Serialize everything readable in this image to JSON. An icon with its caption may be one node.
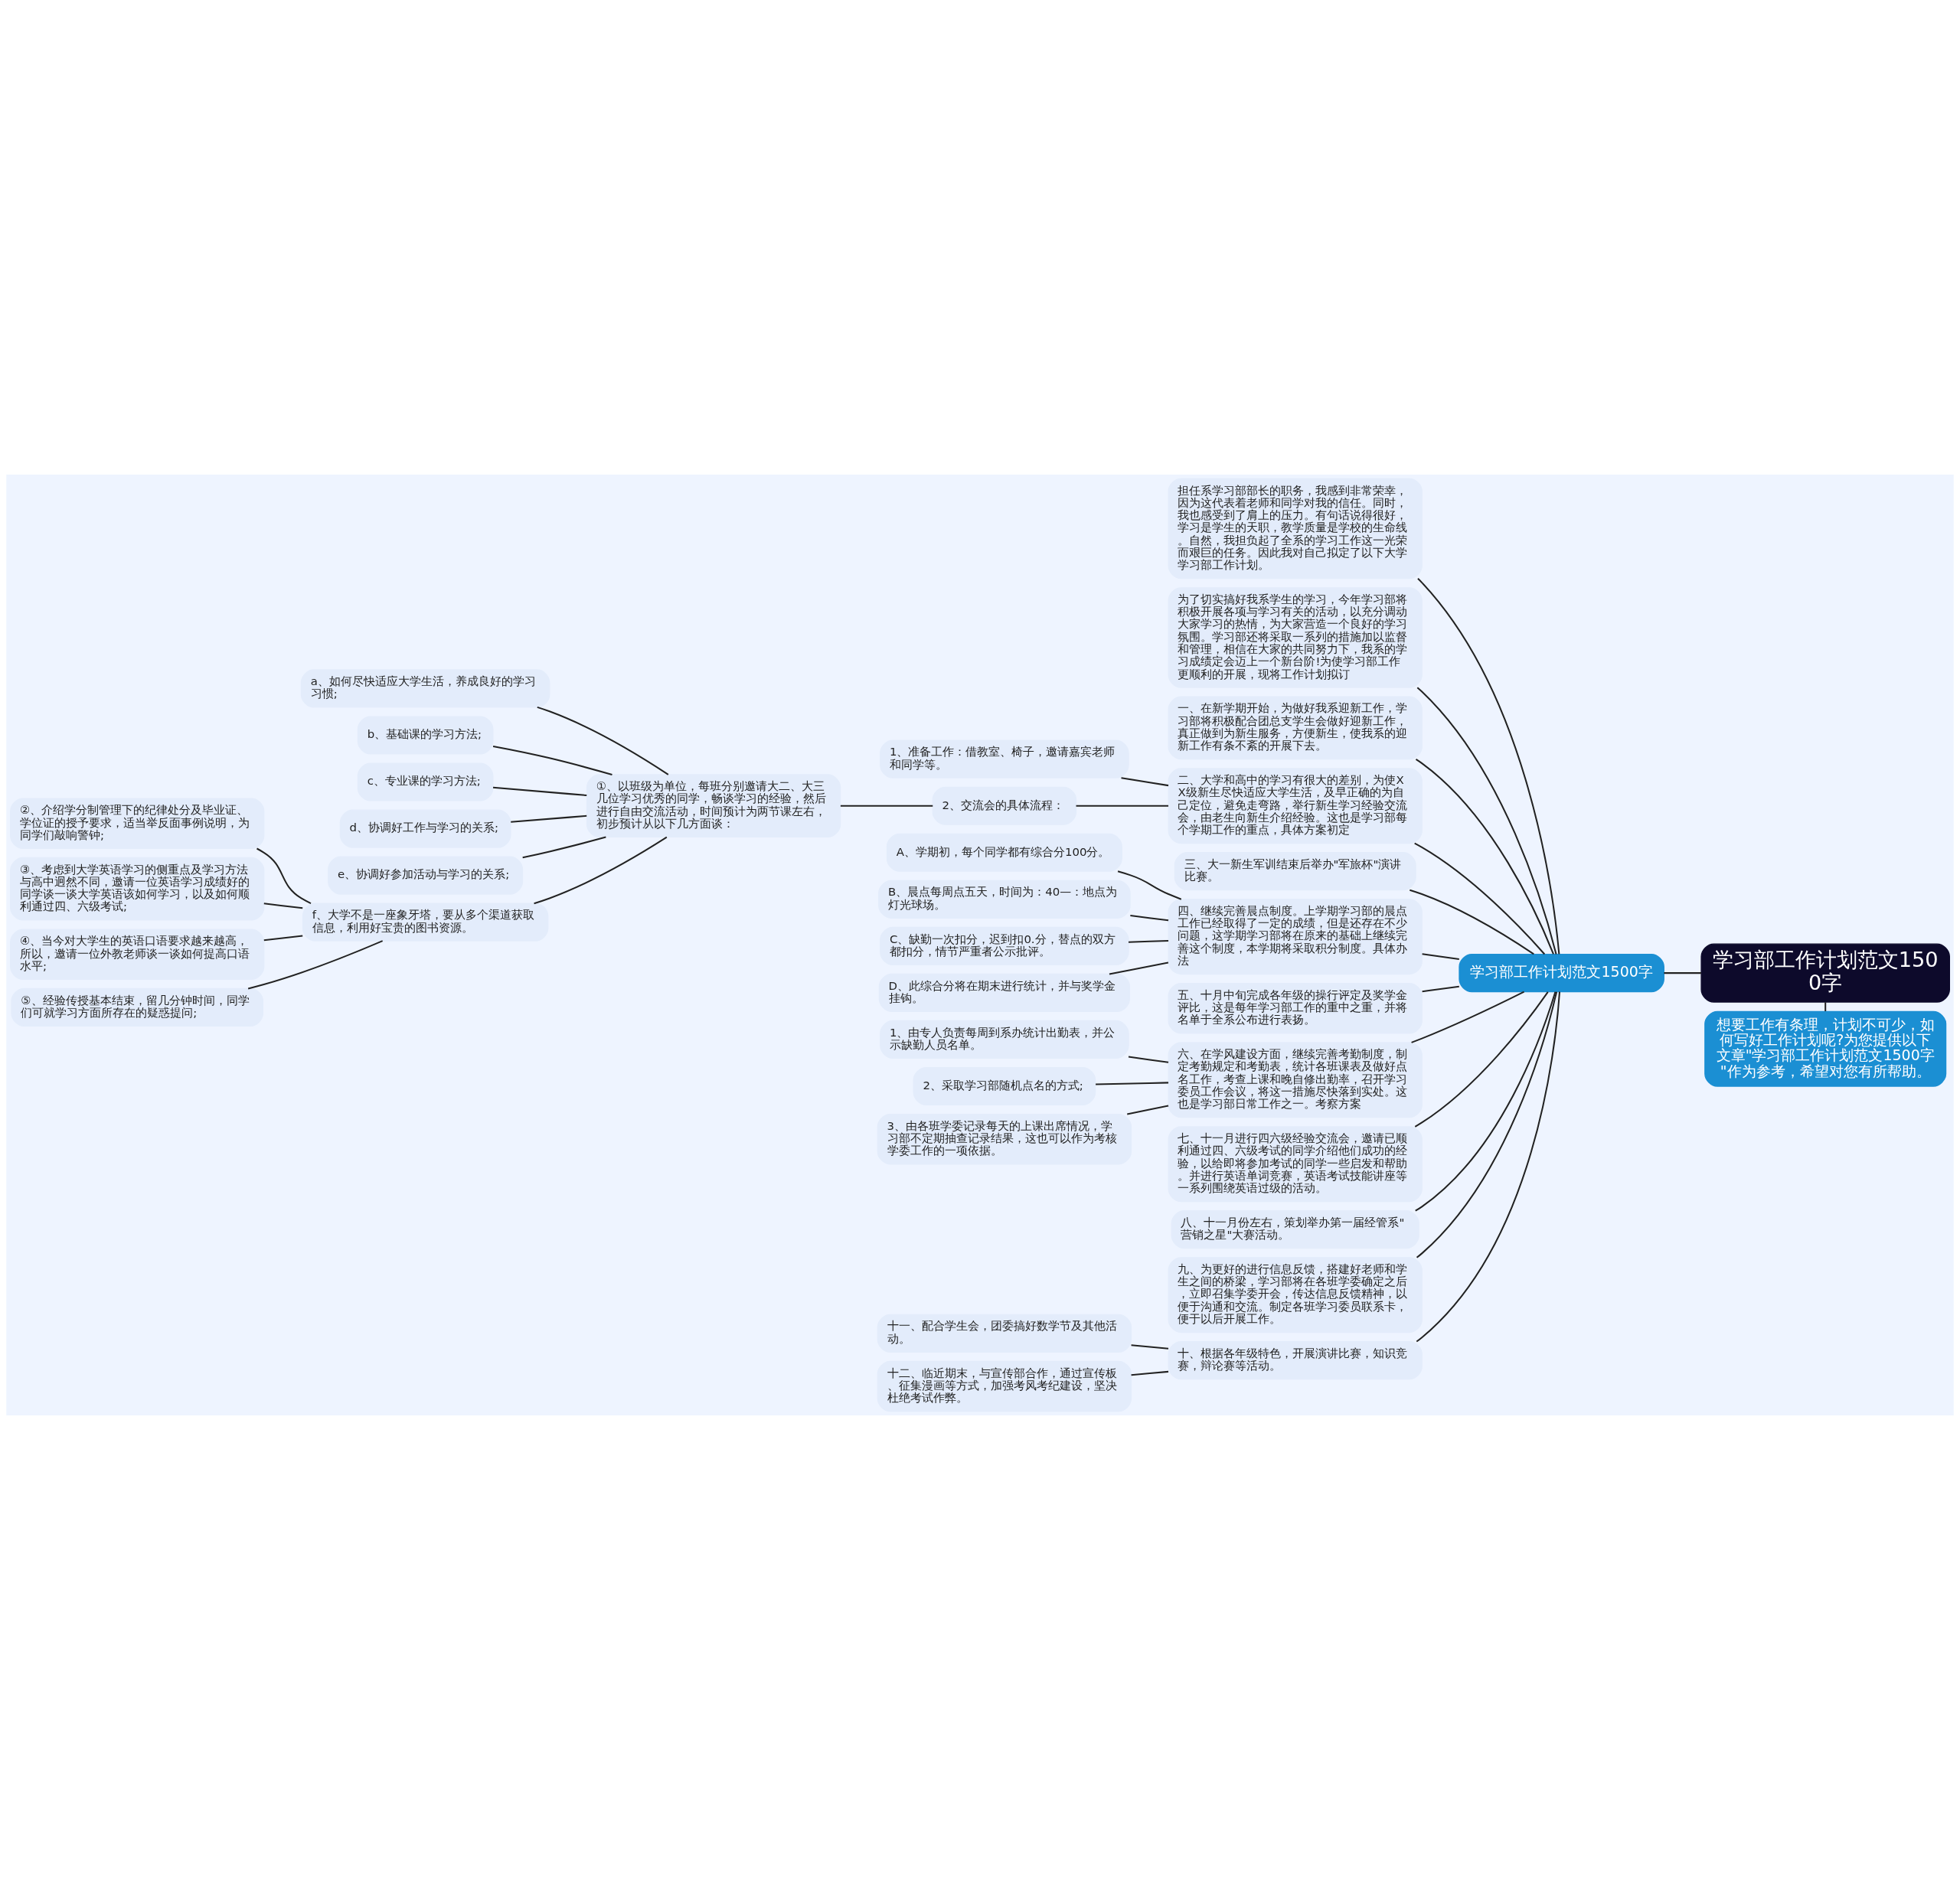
{
  "diagram": {
    "nodes": [
      {
        "text": [
          "学习部工作计划范文1500字"
        ]
      },
      {
        "text": [
          "想要工作有条理，计划不可少，如何写好工作计划呢?为您提供以下文章\"学习部工作计划范文1500字\"作为参考，希望对您有所帮助。"
        ]
      },
      {
        "text": [
          "学习部工作计划范文1500字"
        ]
      },
      {
        "text": [
          "担任系学习部部长的职务，我感到非常荣幸，因为这代表着老师和同学对我的信任。同时，我也感受到了肩上的压力。有句话说得很好，学习是学生的天职，教学质量是学校的生命线。自然，我担负起了全系的学习工作这一光荣而艰巨的任务。因此我对自己拟定了以下大学学习部工作计划。"
        ]
      },
      {
        "text": [
          "为了切实搞好我系学生的学习，今年学习部将积极开展各项与学习有关的活动，以充分调动大家学习的热情，为大家营造一个良好的学习氛围。学习部还将采取一系列的措施加以监督和管理，相信在大家的共同努力下，我系的学习成绩定会迈上一个新台阶!为使学习部工作更顺利的开展，现将工作计划拟订"
        ]
      },
      {
        "text": [
          "一、在新学期开始，为做好我系迎新工作，学习部将积极配合团总支学生会做好迎新工作，真正做到为新生服务，方便新生，使我系的迎新工作有条不紊的开展下去。"
        ]
      },
      {
        "text": [
          "二、大学和高中的学习有很大的差别，为使XX级新生尽快适应大学生活，及早正确的为自己定位，避免走弯路，举行新生学习经验交流会，由老生向新生介绍经验。这也是学习部每个学期工作的重点，具体方案初定"
        ]
      },
      {
        "text": [
          "1、准备工作：借教室、椅子，邀请嘉宾老师和同学等。"
        ]
      },
      {
        "text": [
          "2、交流会的具体流程："
        ]
      },
      {
        "text": [
          "①、以班级为单位，每班分别邀请大二、大三几位学习优秀的同学，畅谈学习的经验，然后进行自由交流活动，时间预计为两节课左右，初步预计从以下几方面谈："
        ]
      },
      {
        "text": [
          "a、如何尽快适应大学生活，养成良好的学习习惯;"
        ]
      },
      {
        "text": [
          "b、基础课的学习方法;"
        ]
      },
      {
        "text": [
          "c、专业课的学习方法;"
        ]
      },
      {
        "text": [
          "d、协调好工作与学习的关系;"
        ]
      },
      {
        "text": [
          "e、协调好参加活动与学习的关系;"
        ]
      },
      {
        "text": [
          "f、大学不是一座象牙塔，要从多个渠道获取信息，利用好宝贵的图书资源。"
        ]
      },
      {
        "text": [
          "②、介绍学分制管理下的纪律处分及毕业证、学位证的授予要求，适当举反面事例说明，为同学们敲响警钟;"
        ]
      },
      {
        "text": [
          "③、考虑到大学英语学习的侧重点及学习方法与高中迥然不同，邀请一位英语学习成绩好的同学谈一谈大学英语该如何学习，以及如何顺利通过四、六级考试;"
        ]
      },
      {
        "text": [
          "④、当今对大学生的英语口语要求越来越高，所以，邀请一位外教老师谈一谈如何提高口语水平;"
        ]
      },
      {
        "text": [
          "⑤、经验传授基本结束，留几分钟时间，同学们可就学习方面所存在的疑惑提问;"
        ]
      },
      {
        "text": [
          "三、大一新生军训结束后举办\"军旅杯\"演讲比赛。"
        ]
      },
      {
        "text": [
          "四、继续完善晨点制度。上学期学习部的晨点工作已经取得了一定的成绩，但是还存在不少问题，这学期学习部将在原来的基础上继续完善这个制度，本学期将采取积分制度。具体办法"
        ]
      },
      {
        "text": [
          "A、学期初，每个同学都有综合分100分。"
        ]
      },
      {
        "text": [
          "B、晨点每周点五天，时间为：40—：地点为灯光球场。"
        ]
      },
      {
        "text": [
          "C、缺勤一次扣分，迟到扣0.分，替点的双方都扣分，情节严重者公示批评。"
        ]
      },
      {
        "text": [
          "D、此综合分将在期末进行统计，并与奖学金挂钩。"
        ]
      },
      {
        "text": [
          "五、十月中旬完成各年级的操行评定及奖学金评比，这是每年学习部工作的重中之重，并将名单于全系公布进行表扬。"
        ]
      },
      {
        "text": [
          "六、在学风建设方面，继续完善考勤制度，制定考勤规定和考勤表，统计各班课表及做好点名工作，考查上课和晚自修出勤率，召开学习委员工作会议，将这一措施尽快落到实处。这也是学习部日常工作之一。考察方案"
        ]
      },
      {
        "text": [
          "1、由专人负责每周到系办统计出勤表，并公示缺勤人员名单。"
        ]
      },
      {
        "text": [
          "2、采取学习部随机点名的方式;"
        ]
      },
      {
        "text": [
          "3、由各班学委记录每天的上课出席情况，学习部不定期抽查记录结果，这也可以作为考核学委工作的一项依据。"
        ]
      },
      {
        "text": [
          "七、十一月进行四六级经验交流会，邀请已顺利通过四、六级考试的同学介绍他们成功的经验，以给即将参加考试的同学一些启发和帮助。并进行英语单词竞赛，英语考试技能讲座等一系列围绕英语过级的活动。"
        ]
      },
      {
        "text": [
          "八、十一月份左右，策划举办第一届经管系\"营销之星\"大赛活动。"
        ]
      },
      {
        "text": [
          "九、为更好的进行信息反馈，搭建好老师和学生之间的桥梁，学习部将在各班学委确定之后，立即召集学委开会，传达信息反馈精神，以便于沟通和交流。制定各班学习委员联系卡，便于以后开展工作。"
        ]
      },
      {
        "text": [
          "十、根据各年级特色，开展演讲比赛，知识竞赛，辩论赛等活动。"
        ]
      },
      {
        "text": [
          "十一、配合学生会，团委搞好数学节及其他活动。"
        ]
      },
      {
        "text": [
          "十二、临近期末，与宣传部合作，通过宣传板、征集漫画等方式，加强考风考纪建设，坚决杜绝考试作弊。"
        ]
      }
    ],
    "edges": [
      {
        "from": 0,
        "to": 1,
        "arrow": "none"
      },
      {
        "from": 0,
        "to": 2,
        "arrow": "none"
      },
      {
        "from": 2,
        "to": 3,
        "arrow": "none"
      },
      {
        "from": 2,
        "to": 4,
        "arrow": "none"
      },
      {
        "from": 2,
        "to": 5,
        "arrow": "none"
      },
      {
        "from": 2,
        "to": 6,
        "arrow": "none"
      },
      {
        "from": 6,
        "to": 7,
        "arrow": "none"
      },
      {
        "from": 6,
        "to": 8,
        "arrow": "none"
      },
      {
        "from": 8,
        "to": 9,
        "arrow": "none"
      },
      {
        "from": 9,
        "to": 10,
        "arrow": "none"
      },
      {
        "from": 9,
        "to": 11,
        "arrow": "none"
      },
      {
        "from": 9,
        "to": 12,
        "arrow": "none"
      },
      {
        "from": 9,
        "to": 13,
        "arrow": "none"
      },
      {
        "from": 9,
        "to": 14,
        "arrow": "none"
      },
      {
        "from": 9,
        "to": 15,
        "arrow": "none"
      },
      {
        "from": 15,
        "to": 16,
        "arrow": "none"
      },
      {
        "from": 15,
        "to": 17,
        "arrow": "none"
      },
      {
        "from": 15,
        "to": 18,
        "arrow": "none"
      },
      {
        "from": 15,
        "to": 19,
        "arrow": "none"
      },
      {
        "from": 2,
        "to": 20,
        "arrow": "none"
      },
      {
        "from": 2,
        "to": 21,
        "arrow": "none"
      },
      {
        "from": 21,
        "to": 22,
        "arrow": "none"
      },
      {
        "from": 21,
        "to": 23,
        "arrow": "none"
      },
      {
        "from": 21,
        "to": 24,
        "arrow": "none"
      },
      {
        "from": 21,
        "to": 25,
        "arrow": "none"
      },
      {
        "from": 2,
        "to": 26,
        "arrow": "none"
      },
      {
        "from": 2,
        "to": 27,
        "arrow": "none"
      },
      {
        "from": 27,
        "to": 28,
        "arrow": "none"
      },
      {
        "from": 27,
        "to": 29,
        "arrow": "none"
      },
      {
        "from": 27,
        "to": 30,
        "arrow": "none"
      },
      {
        "from": 2,
        "to": 31,
        "arrow": "none"
      },
      {
        "from": 2,
        "to": 32,
        "arrow": "none"
      },
      {
        "from": 2,
        "to": 33,
        "arrow": "none"
      },
      {
        "from": 2,
        "to": 34,
        "arrow": "none"
      },
      {
        "from": 34,
        "to": 35,
        "arrow": "none"
      },
      {
        "from": 34,
        "to": 36,
        "arrow": "none"
      }
    ]
  }
}
